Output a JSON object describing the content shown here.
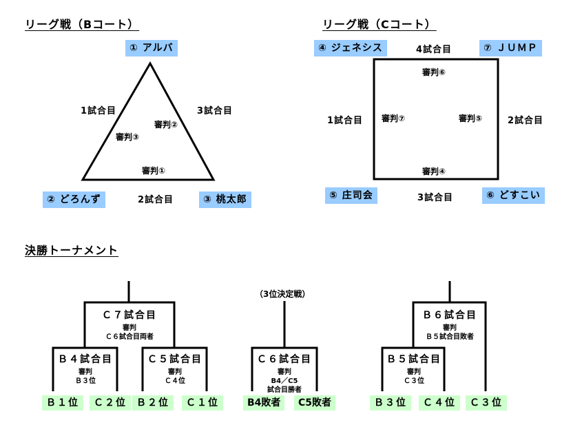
{
  "league_b": {
    "heading": "リーグ戦（Bコート）",
    "teams": [
      {
        "label": "① アルバ"
      },
      {
        "label": "② どろんず"
      },
      {
        "label": "③ 桃太郎"
      }
    ],
    "matches": [
      "1試合目",
      "2試合目",
      "3試合目"
    ],
    "referees": [
      "審判①",
      "審判②",
      "審判③"
    ]
  },
  "league_c": {
    "heading": "リーグ戦（Cコート）",
    "teams": [
      {
        "label": "④ ジェネシス"
      },
      {
        "label": "⑤ 庄司会"
      },
      {
        "label": "⑥ どすこい"
      },
      {
        "label": "⑦ ＪＵＭＰ"
      }
    ],
    "matches": [
      "1試合目",
      "2試合目",
      "3試合目",
      "4試合目"
    ],
    "referees": [
      "審判④",
      "審判⑤",
      "審判⑥",
      "審判⑦"
    ]
  },
  "tournament": {
    "heading": "決勝トーナメント",
    "third_place_label": "（3位決定戦）",
    "matches": {
      "c7": {
        "title": "Ｃ７試合目",
        "ref_label": "審判",
        "ref": "Ｃ６試合目両者"
      },
      "b4": {
        "title": "Ｂ４試合目",
        "ref_label": "審判",
        "ref": "Ｂ３位"
      },
      "c5": {
        "title": "Ｃ５試合目",
        "ref_label": "審判",
        "ref": "Ｃ４位"
      },
      "c6": {
        "title": "Ｃ６試合目",
        "ref_label": "審判",
        "ref": "B4／C5",
        "ref2": "試合目勝者"
      },
      "b6": {
        "title": "Ｂ６試合目",
        "ref_label": "審判",
        "ref": "Ｂ５試合目敗者"
      },
      "b5": {
        "title": "Ｂ５試合目",
        "ref_label": "審判",
        "ref": "Ｃ３位"
      }
    },
    "seeds": [
      "Ｂ１位",
      "Ｃ２位",
      "Ｂ２位",
      "Ｃ１位",
      "B4敗者",
      "C5敗者",
      "Ｂ３位",
      "Ｃ４位",
      "Ｃ３位"
    ]
  },
  "colors": {
    "team_bg": "#99ccff",
    "seed_bg": "#ccffcc",
    "line": "#000000"
  }
}
